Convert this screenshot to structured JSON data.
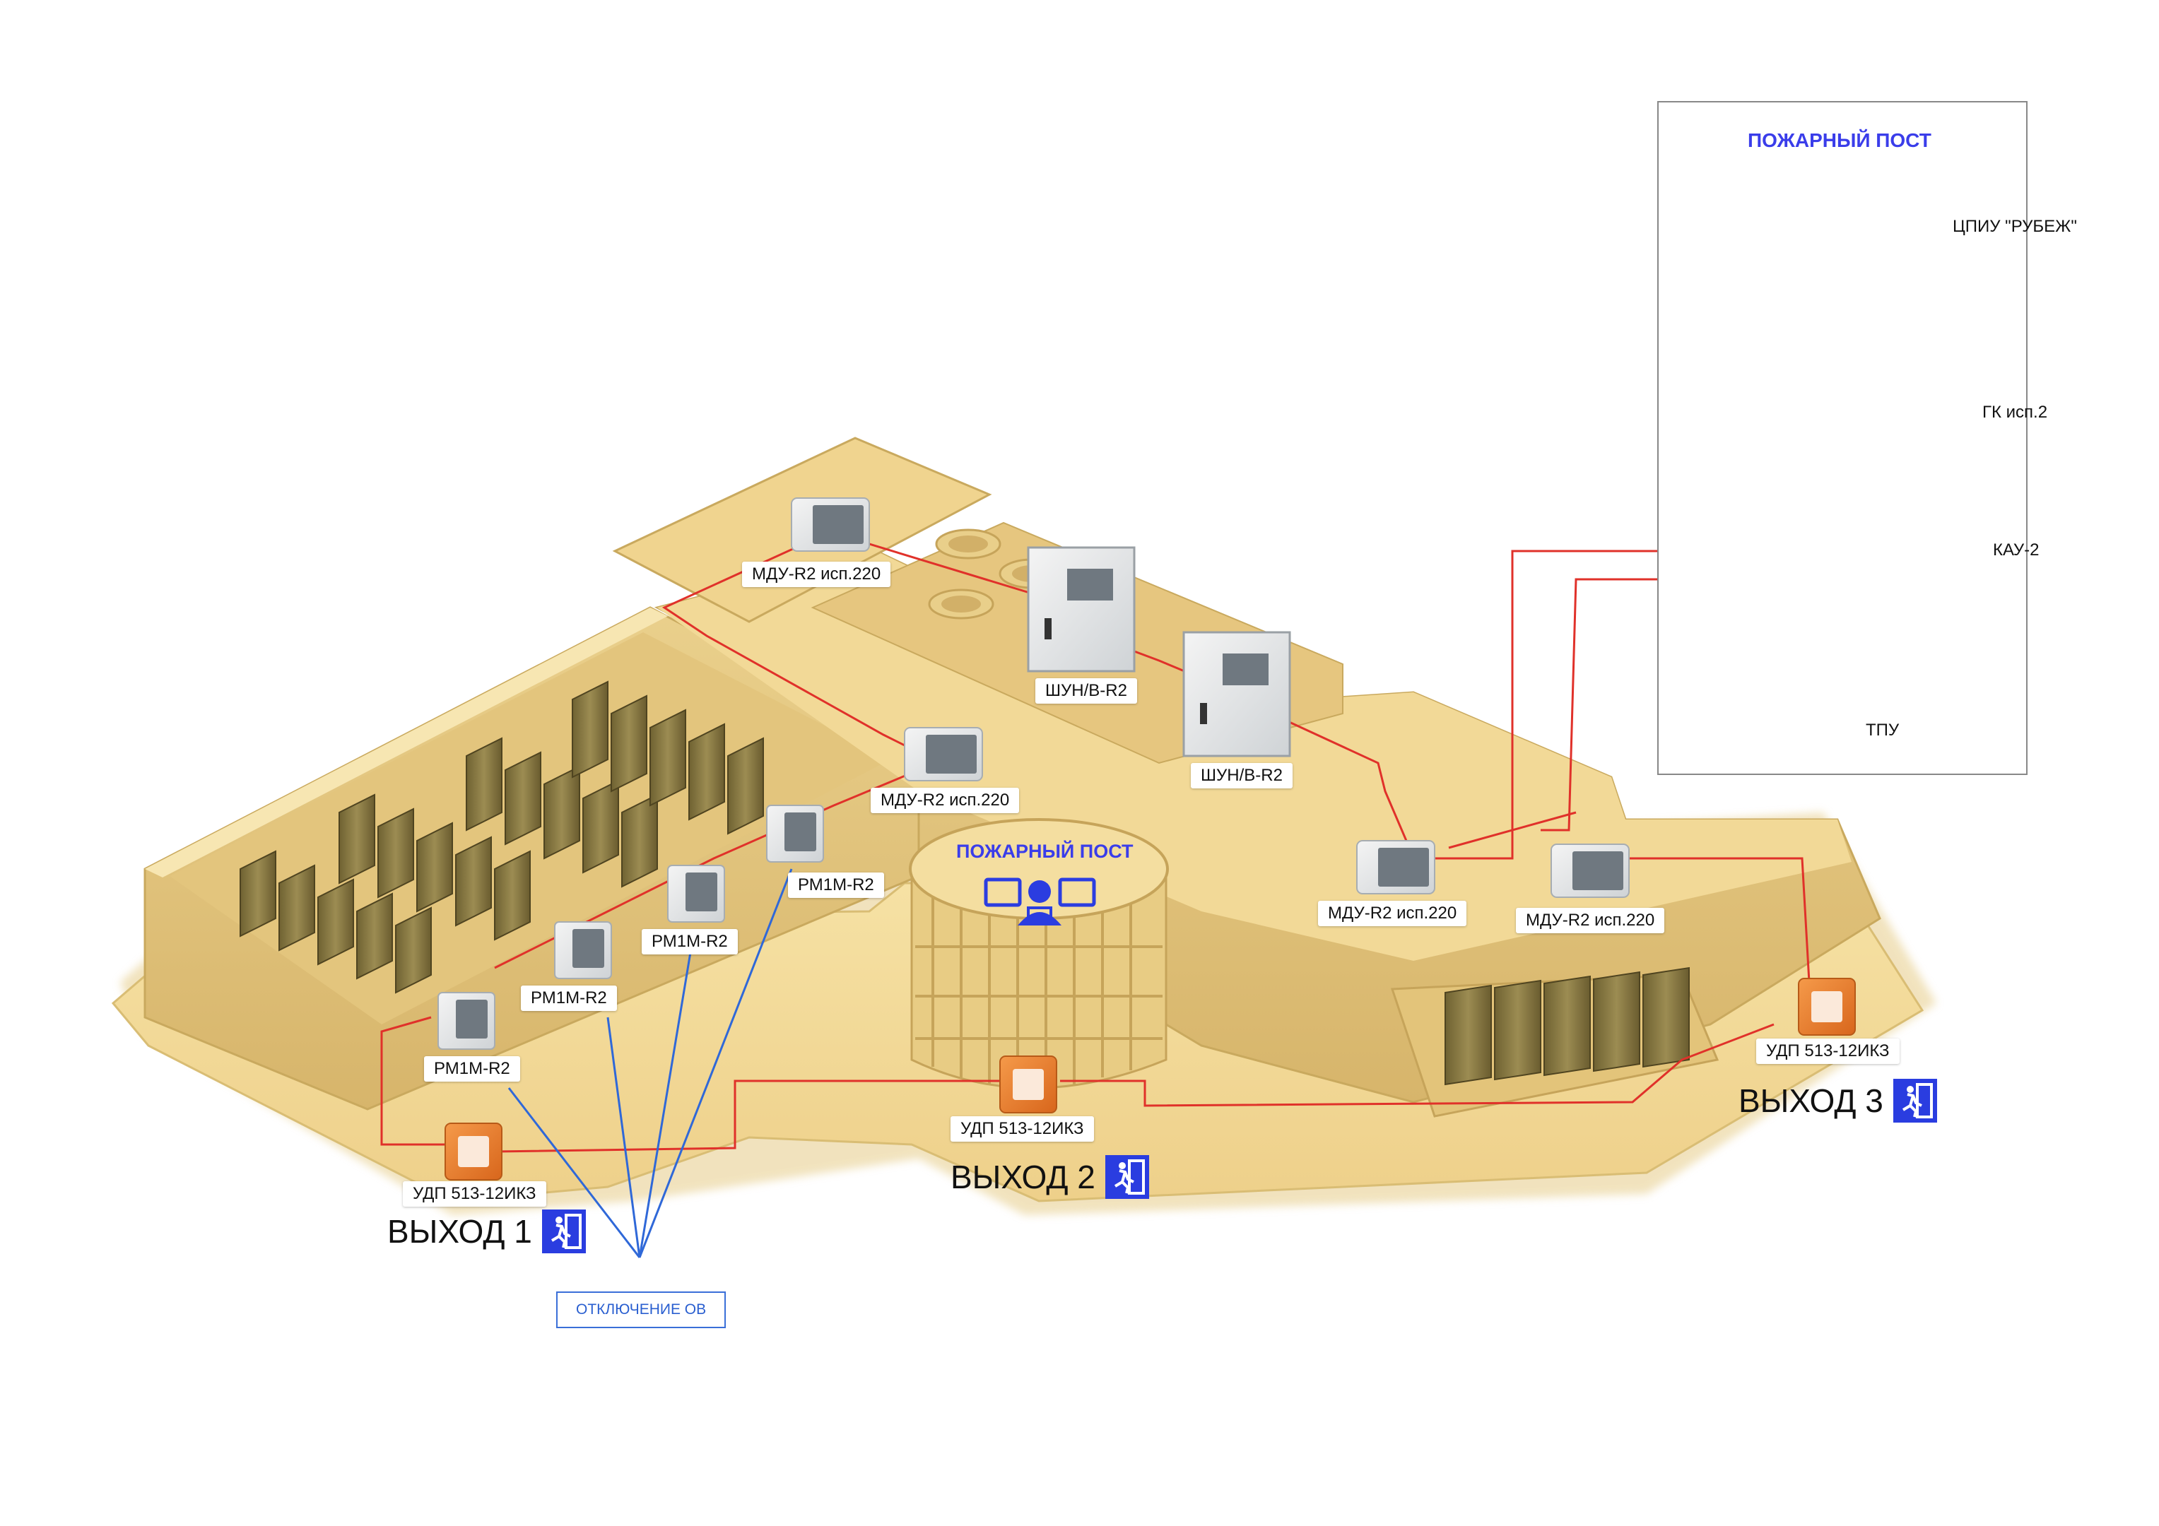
{
  "post_panel": {
    "title": "ПОЖАРНЫЙ ПОСТ",
    "cpiu_label": "ЦПИУ \"РУБЕЖ\"",
    "gk_label": "ГК исп.2",
    "kau_label": "КАУ-2",
    "tpu_label": "ТПУ"
  },
  "building": {
    "center_post_title": "ПОЖАРНЫЙ ПОСТ"
  },
  "devices": {
    "mdu_top": "МДУ-R2 исп.220",
    "shun_1": "ШУН/В-R2",
    "shun_2": "ШУН/В-R2",
    "mdu_mid": "МДУ-R2 исп.220",
    "rm_1": "РМ1М-R2",
    "rm_2": "РМ1М-R2",
    "rm_3": "РМ1М-R2",
    "rm_4": "РМ1М-R2",
    "mdu_right_1": "МДУ-R2 исп.220",
    "mdu_right_2": "МДУ-R2 исп.220",
    "udp_1": "УДП 513-12ИКЗ",
    "udp_2": "УДП 513-12ИКЗ",
    "udp_3": "УДП 513-12ИКЗ"
  },
  "exits": {
    "exit_1": "ВЫХОД 1",
    "exit_2": "ВЫХОД 2",
    "exit_3": "ВЫХОД 3"
  },
  "ov_box": "ОТКЛЮЧЕНИЕ ОВ",
  "colors": {
    "building_fill": "#f3dc9c",
    "building_dark": "#d9bd74",
    "building_shadow": "#c9a95e",
    "server_rack": "#8a7a45",
    "line_red": "#e0312a",
    "line_blue": "#2f68d8",
    "line_green": "#57b336",
    "line_magenta": "#e040e0",
    "line_violet": "#4b3de0",
    "accent_blue": "#3a3dea",
    "udp_orange": "#f07d2c"
  }
}
